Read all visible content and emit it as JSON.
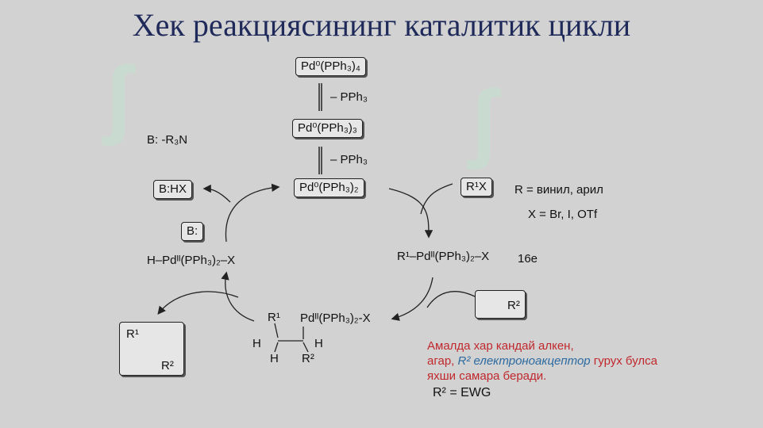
{
  "title": "Хек реакциясининг каталитик цикли",
  "pd_species": {
    "top": "Pd⁰(PPh₃)₄",
    "middle": "Pd⁰(PPh₃)₃",
    "active": "Pd⁰(PPh₃)₂"
  },
  "steps": {
    "minus_pph3_1": "– PPh₃",
    "minus_pph3_2": "– PPh₃"
  },
  "base_label": "B: -R₃N",
  "bhx": "B:HX",
  "b": "B:",
  "hydride_complex": "H–Pdᴵᴵ(PPh₃)₂–X",
  "r1x": "R¹X",
  "r_def": "R = винил, арил",
  "x_def": "X = Br, I, OTf",
  "oxidative_adduct": "R¹–Pdᴵᴵ(PPh₃)₂–X",
  "electron_count": "16e",
  "alkene_r2": "R²",
  "insertion": {
    "r1": "R¹",
    "pd": "Pdᴵᴵ(PPh₃)₂-X",
    "h_left": "H",
    "h_right": "H",
    "h_bottom": "H",
    "r2": "R²"
  },
  "product": {
    "r1": "R¹",
    "r2": "R²"
  },
  "note": {
    "line1": "Амалда хар кандай алкен,",
    "line2_prefix": "агар, ",
    "line2_italic": "R² електроноакцептор",
    "line2_suffix": " гурух булса",
    "line3": "яхши самара беради."
  },
  "r2_ewg": "R² = EWG",
  "colors": {
    "title": "#1f2a5a",
    "note": "#c0282d",
    "italic": "#2c6aa0",
    "watermark": "#c9dcd0"
  }
}
